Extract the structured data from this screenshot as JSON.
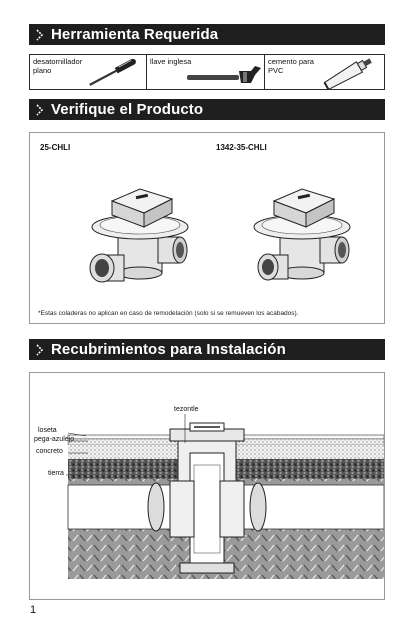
{
  "sections": {
    "tools_title": "Herramienta Requerida",
    "product_title": "Verifique el Producto",
    "install_title": "Recubrimientos para Instalación"
  },
  "tools": [
    {
      "label": "desatornillador\nplano",
      "icon": "screwdriver-icon"
    },
    {
      "label": "llave inglesa",
      "icon": "pipe-wrench-icon"
    },
    {
      "label": "cemento para\nPVC",
      "icon": "cement-tube-icon"
    }
  ],
  "product": {
    "model_a": "25-CHLI",
    "model_b": "1342-35-CHLI",
    "note": "*Estas coladeras no aplican en caso de remodelación (solo si se remueven los acabados)."
  },
  "install": {
    "labels": {
      "tezontle": "tezontle",
      "loseta": "loseta",
      "pega_azulejo": "pega-azulejo",
      "concreto": "concreto",
      "tierra": "tierra"
    }
  },
  "page_number": "1",
  "colors": {
    "bar": "#1e1e1e",
    "panel_border": "#999999"
  }
}
